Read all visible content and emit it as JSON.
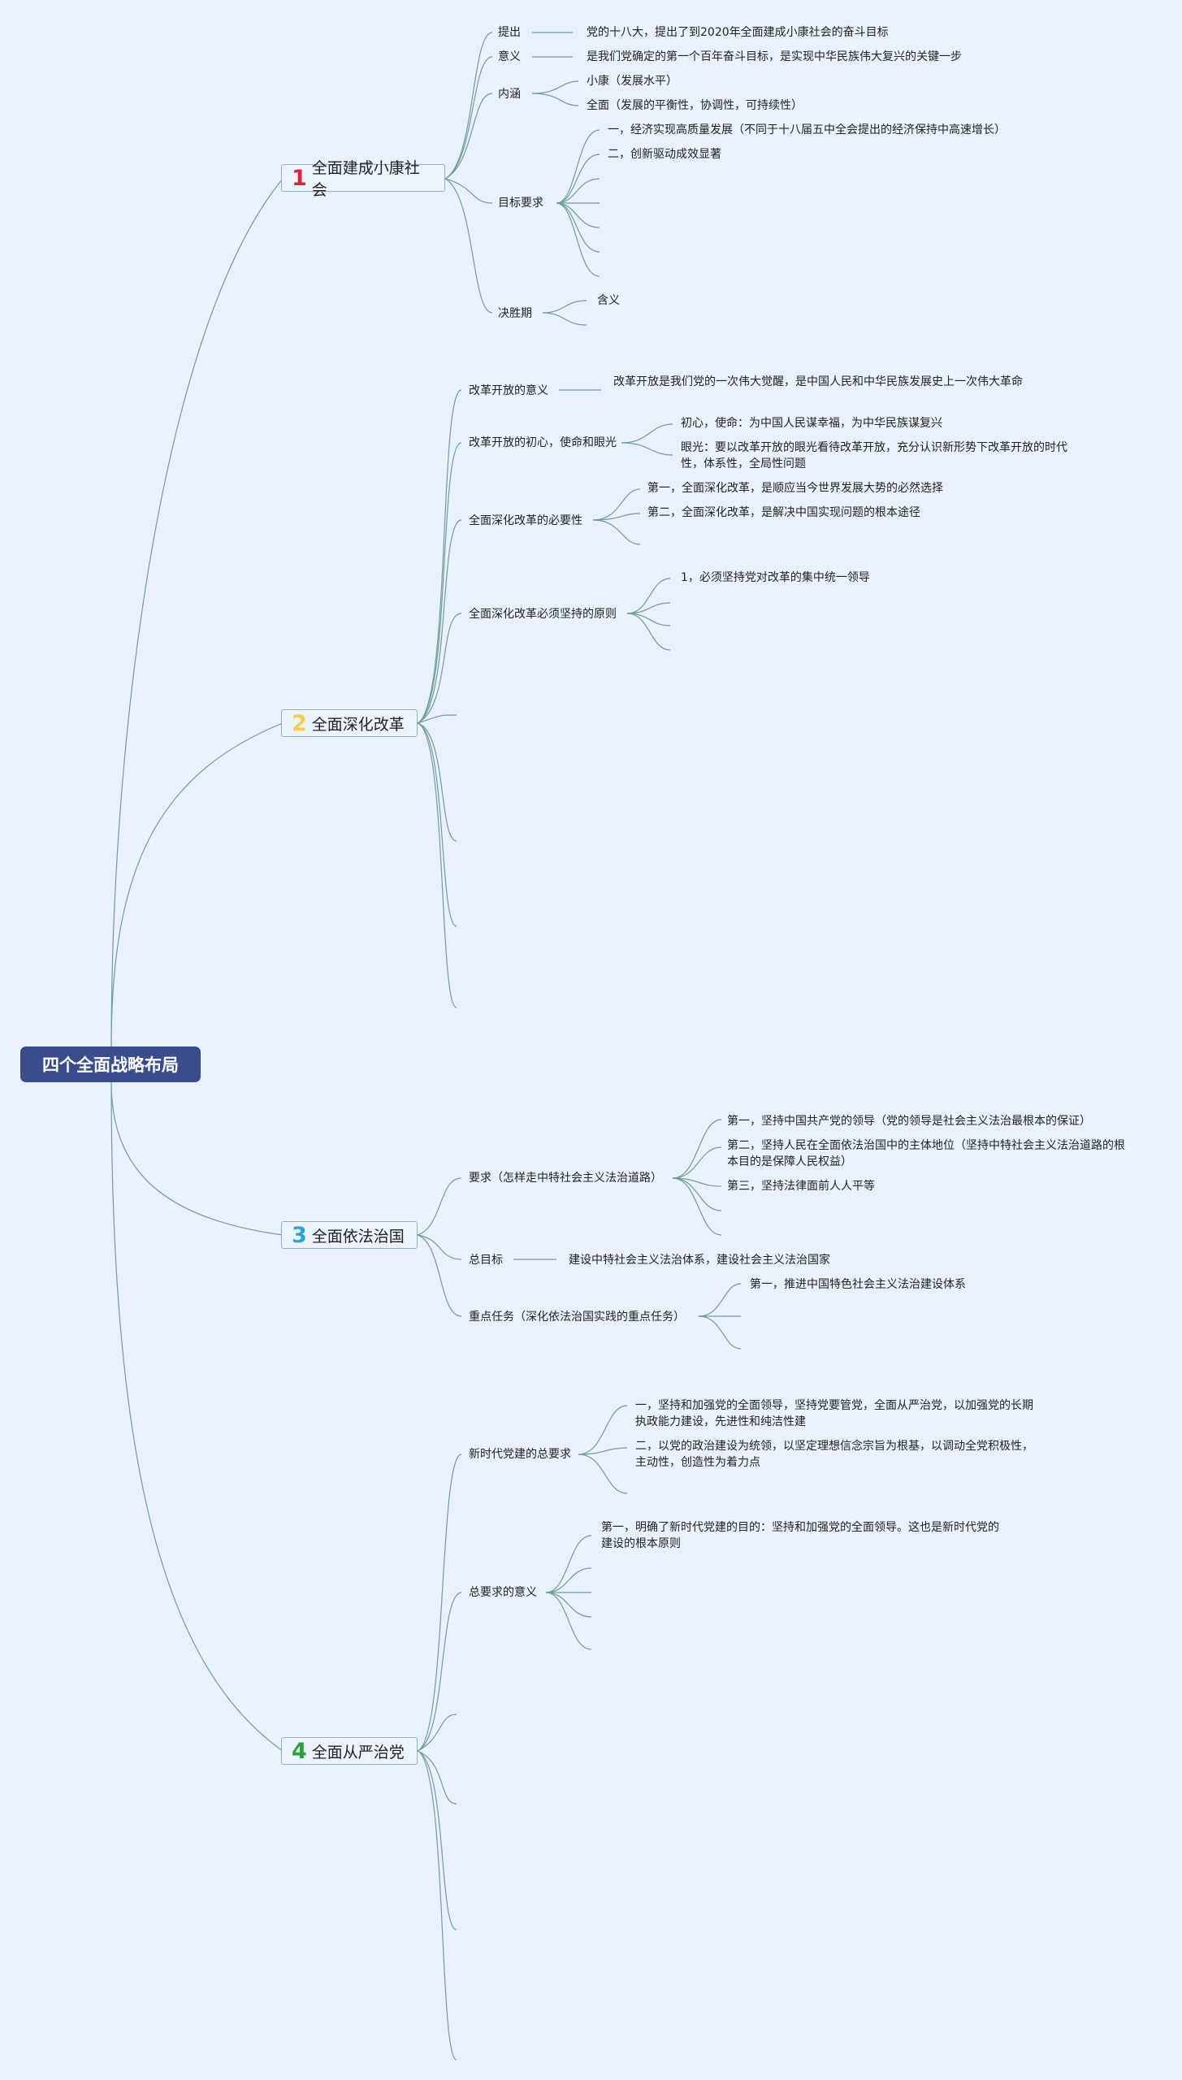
{
  "root": {
    "label": "四个全面战略布局"
  },
  "topics": [
    {
      "num": "1",
      "label": "全面建成小康社会",
      "color": "#e0223c"
    },
    {
      "num": "2",
      "label": "全面深化改革",
      "color": "#f2cf4a"
    },
    {
      "num": "3",
      "label": "全面依法治国",
      "color": "#2aa5d8"
    },
    {
      "num": "4",
      "label": "全面从严治党",
      "color": "#27a23a"
    }
  ],
  "t1": {
    "tichu": "提出",
    "tichu_v": "党的十八大，提出了到2020年全面建成小康社会的奋斗目标",
    "yiyi": "意义",
    "yiyi_v": "是我们党确定的第一个百年奋斗目标，是实现中华民族伟大复兴的关键一步",
    "neihan": "内涵",
    "neihan_v1": "小康（发展水平）",
    "neihan_v2": "全面（发展的平衡性，协调性，可持续性）",
    "mubiao": "目标要求",
    "mubiao_v1": "一，经济实现高质量发展（不同于十八届五中全会提出的经济保持中高速增长）",
    "mubiao_v2": "二，创新驱动成效显著",
    "jueshengqi": "决胜期",
    "jueshengqi_v": "含义"
  },
  "t2": {
    "a": "改革开放的意义",
    "a_v": "改革开放是我们党的一次伟大觉醒，是中国人民和中华民族发展史上一次伟大革命",
    "b": "改革开放的初心，使命和眼光",
    "b_v1": "初心，使命：为中国人民谋幸福，为中华民族谋复兴",
    "b_v2": "眼光：要以改革开放的眼光看待改革开放，充分认识新形势下改革开放的时代性，体系性，全局性问题",
    "c": "全面深化改革的必要性",
    "c_v1": "第一，全面深化改革，是顺应当今世界发展大势的必然选择",
    "c_v2": "第二，全面深化改革，是解决中国实现问题的根本途径",
    "d": "全面深化改革必须坚持的原则",
    "d_v1": "1，必须坚持党对改革的集中统一领导"
  },
  "t3": {
    "a": "要求（怎样走中特社会主义法治道路）",
    "a_v1": "第一，坚持中国共产党的领导（党的领导是社会主义法治最根本的保证）",
    "a_v2": "第二，坚持人民在全面依法治国中的主体地位（坚持中特社会主义法治道路的根本目的是保障人民权益）",
    "a_v3": "第三，坚持法律面前人人平等",
    "b": "总目标",
    "b_v": "建设中特社会主义法治体系，建设社会主义法治国家",
    "c": "重点任务（深化依法治国实践的重点任务）",
    "c_v1": "第一，推进中国特色社会主义法治建设体系"
  },
  "t4": {
    "a": "新时代党建的总要求",
    "a_v1": "一，坚持和加强党的全面领导，坚持党要管党，全面从严治党，以加强党的长期执政能力建设，先进性和纯洁性建",
    "a_v2": "二，以党的政治建设为统领，以坚定理想信念宗旨为根基，以调动全党积极性，主动性，创造性为着力点",
    "b": "总要求的意义",
    "b_v1": "第一，明确了新时代党建的目的：坚持和加强党的全面领导。这也是新时代党的建设的根本原则"
  }
}
